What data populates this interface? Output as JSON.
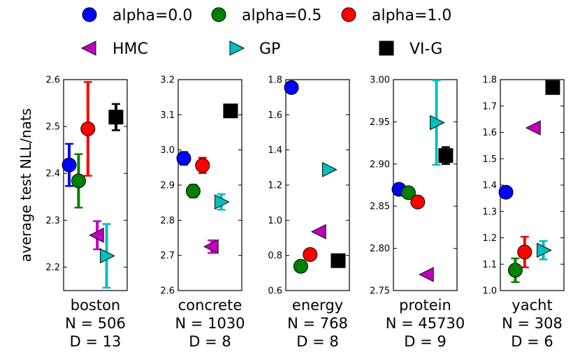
{
  "chart_data": {
    "type": "scatter",
    "ylabel": "average test NLL/nats",
    "legend_placement": "top",
    "methods": [
      {
        "name": "alpha=0.0",
        "marker": "circle",
        "color": "#0000ff"
      },
      {
        "name": "alpha=0.5",
        "marker": "circle",
        "color": "#008000"
      },
      {
        "name": "alpha=1.0",
        "marker": "circle",
        "color": "#ff0000"
      },
      {
        "name": "HMC",
        "marker": "triangle-left",
        "color": "#bf00bf"
      },
      {
        "name": "GP",
        "marker": "triangle-right",
        "color": "#00bfbf"
      },
      {
        "name": "VI-G",
        "marker": "square",
        "color": "#000000"
      }
    ],
    "panels": [
      {
        "dataset": "boston",
        "n_label": "N = 506",
        "d_label": "D = 13",
        "ylim": [
          2.15,
          2.6
        ],
        "ticks": [
          "2.2",
          "2.3",
          "2.4",
          "2.5",
          "2.6"
        ],
        "points": [
          {
            "method": "alpha=0.0",
            "y": 2.418,
            "err": 0.045
          },
          {
            "method": "alpha=0.5",
            "y": 2.384,
            "err": 0.057
          },
          {
            "method": "alpha=1.0",
            "y": 2.495,
            "err": 0.1
          },
          {
            "method": "HMC",
            "y": 2.268,
            "err": 0.03
          },
          {
            "method": "GP",
            "y": 2.224,
            "err": 0.068
          },
          {
            "method": "VI-G",
            "y": 2.52,
            "err": 0.028
          }
        ]
      },
      {
        "dataset": "concrete",
        "n_label": "N = 1030",
        "d_label": "D = 8",
        "ylim": [
          2.6,
          3.2
        ],
        "ticks": [
          "2.6",
          "2.7",
          "2.8",
          "2.9",
          "3.0",
          "3.1",
          "3.2"
        ],
        "points": [
          {
            "method": "alpha=0.0",
            "y": 2.976,
            "err": 0.018
          },
          {
            "method": "alpha=0.5",
            "y": 2.883,
            "err": 0.018
          },
          {
            "method": "alpha=1.0",
            "y": 2.956,
            "err": 0.022
          },
          {
            "method": "HMC",
            "y": 2.725,
            "err": 0.018
          },
          {
            "method": "GP",
            "y": 2.852,
            "err": 0.022
          },
          {
            "method": "VI-G",
            "y": 3.111,
            "err": 0.012
          }
        ]
      },
      {
        "dataset": "energy",
        "n_label": "N = 768",
        "d_label": "D = 8",
        "ylim": [
          0.6,
          1.8
        ],
        "ticks": [
          "0.6",
          "0.8",
          "1.0",
          "1.2",
          "1.4",
          "1.6",
          "1.8"
        ],
        "points": [
          {
            "method": "alpha=0.0",
            "y": 1.755,
            "err": 0
          },
          {
            "method": "alpha=0.5",
            "y": 0.738,
            "err": 0
          },
          {
            "method": "alpha=1.0",
            "y": 0.805,
            "err": 0
          },
          {
            "method": "HMC",
            "y": 0.935,
            "err": 0
          },
          {
            "method": "GP",
            "y": 1.288,
            "err": 0
          },
          {
            "method": "VI-G",
            "y": 0.77,
            "err": 0
          }
        ]
      },
      {
        "dataset": "protein",
        "n_label": "N = 45730",
        "d_label": "D = 9",
        "ylim": [
          2.75,
          3.0
        ],
        "ticks": [
          "2.75",
          "2.80",
          "2.85",
          "2.90",
          "2.95",
          "3.00"
        ],
        "points": [
          {
            "method": "alpha=0.0",
            "y": 2.87,
            "err": 0
          },
          {
            "method": "alpha=0.5",
            "y": 2.866,
            "err": 0
          },
          {
            "method": "alpha=1.0",
            "y": 2.855,
            "err": 0
          },
          {
            "method": "HMC",
            "y": 2.769,
            "err": 0
          },
          {
            "method": "GP",
            "y": 2.949,
            "err": 0.05
          },
          {
            "method": "VI-G",
            "y": 2.91,
            "err": 0.01
          }
        ]
      },
      {
        "dataset": "yacht",
        "n_label": "N = 308",
        "d_label": "D = 6",
        "ylim": [
          1.0,
          1.8
        ],
        "ticks": [
          "1.0",
          "1.1",
          "1.2",
          "1.3",
          "1.4",
          "1.5",
          "1.6",
          "1.7",
          "1.8"
        ],
        "points": [
          {
            "method": "alpha=0.0",
            "y": 1.373,
            "err": 0
          },
          {
            "method": "alpha=0.5",
            "y": 1.077,
            "err": 0.045
          },
          {
            "method": "alpha=1.0",
            "y": 1.146,
            "err": 0.058
          },
          {
            "method": "HMC",
            "y": 1.617,
            "err": 0
          },
          {
            "method": "GP",
            "y": 1.153,
            "err": 0.035
          },
          {
            "method": "VI-G",
            "y": 1.77,
            "err": 0
          }
        ]
      }
    ]
  }
}
